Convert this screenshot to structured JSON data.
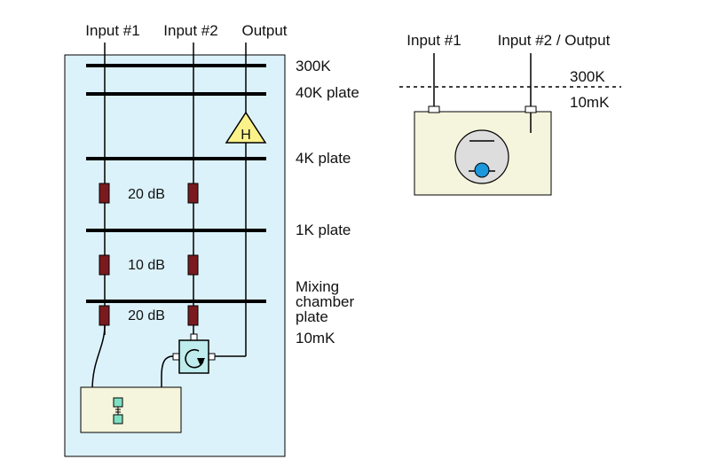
{
  "left_diagram": {
    "column_labels": {
      "input1": "Input #1",
      "input2": "Input #2",
      "output": "Output"
    },
    "stage_labels": {
      "s300k": "300K",
      "s40k": "40K plate",
      "s4k": "4K plate",
      "s1k": "1K plate",
      "mix1": "Mixing",
      "mix2": "chamber",
      "mix3": "plate",
      "s10mk": "10mK"
    },
    "attenuator_labels": {
      "a20_upper": "20 dB",
      "a10": "10 dB",
      "a20_lower": "20 dB"
    },
    "amplifier_label": "H"
  },
  "right_diagram": {
    "labels": {
      "input1": "Input #1",
      "input2_output": "Input #2 / Output",
      "s300k": "300K",
      "s10mk": "10mK"
    }
  },
  "colors": {
    "fridge_fill": "#dcf2fa",
    "sample_box_fill": "#f5f4dc",
    "attenuator": "#7a1a1f",
    "amplifier_fill": "#fbf28a",
    "circulator_fill": "#bfecec",
    "qubit_pad": "#7ee0c2",
    "qubit_blue": "#1b97dc",
    "lines": "#000000"
  }
}
